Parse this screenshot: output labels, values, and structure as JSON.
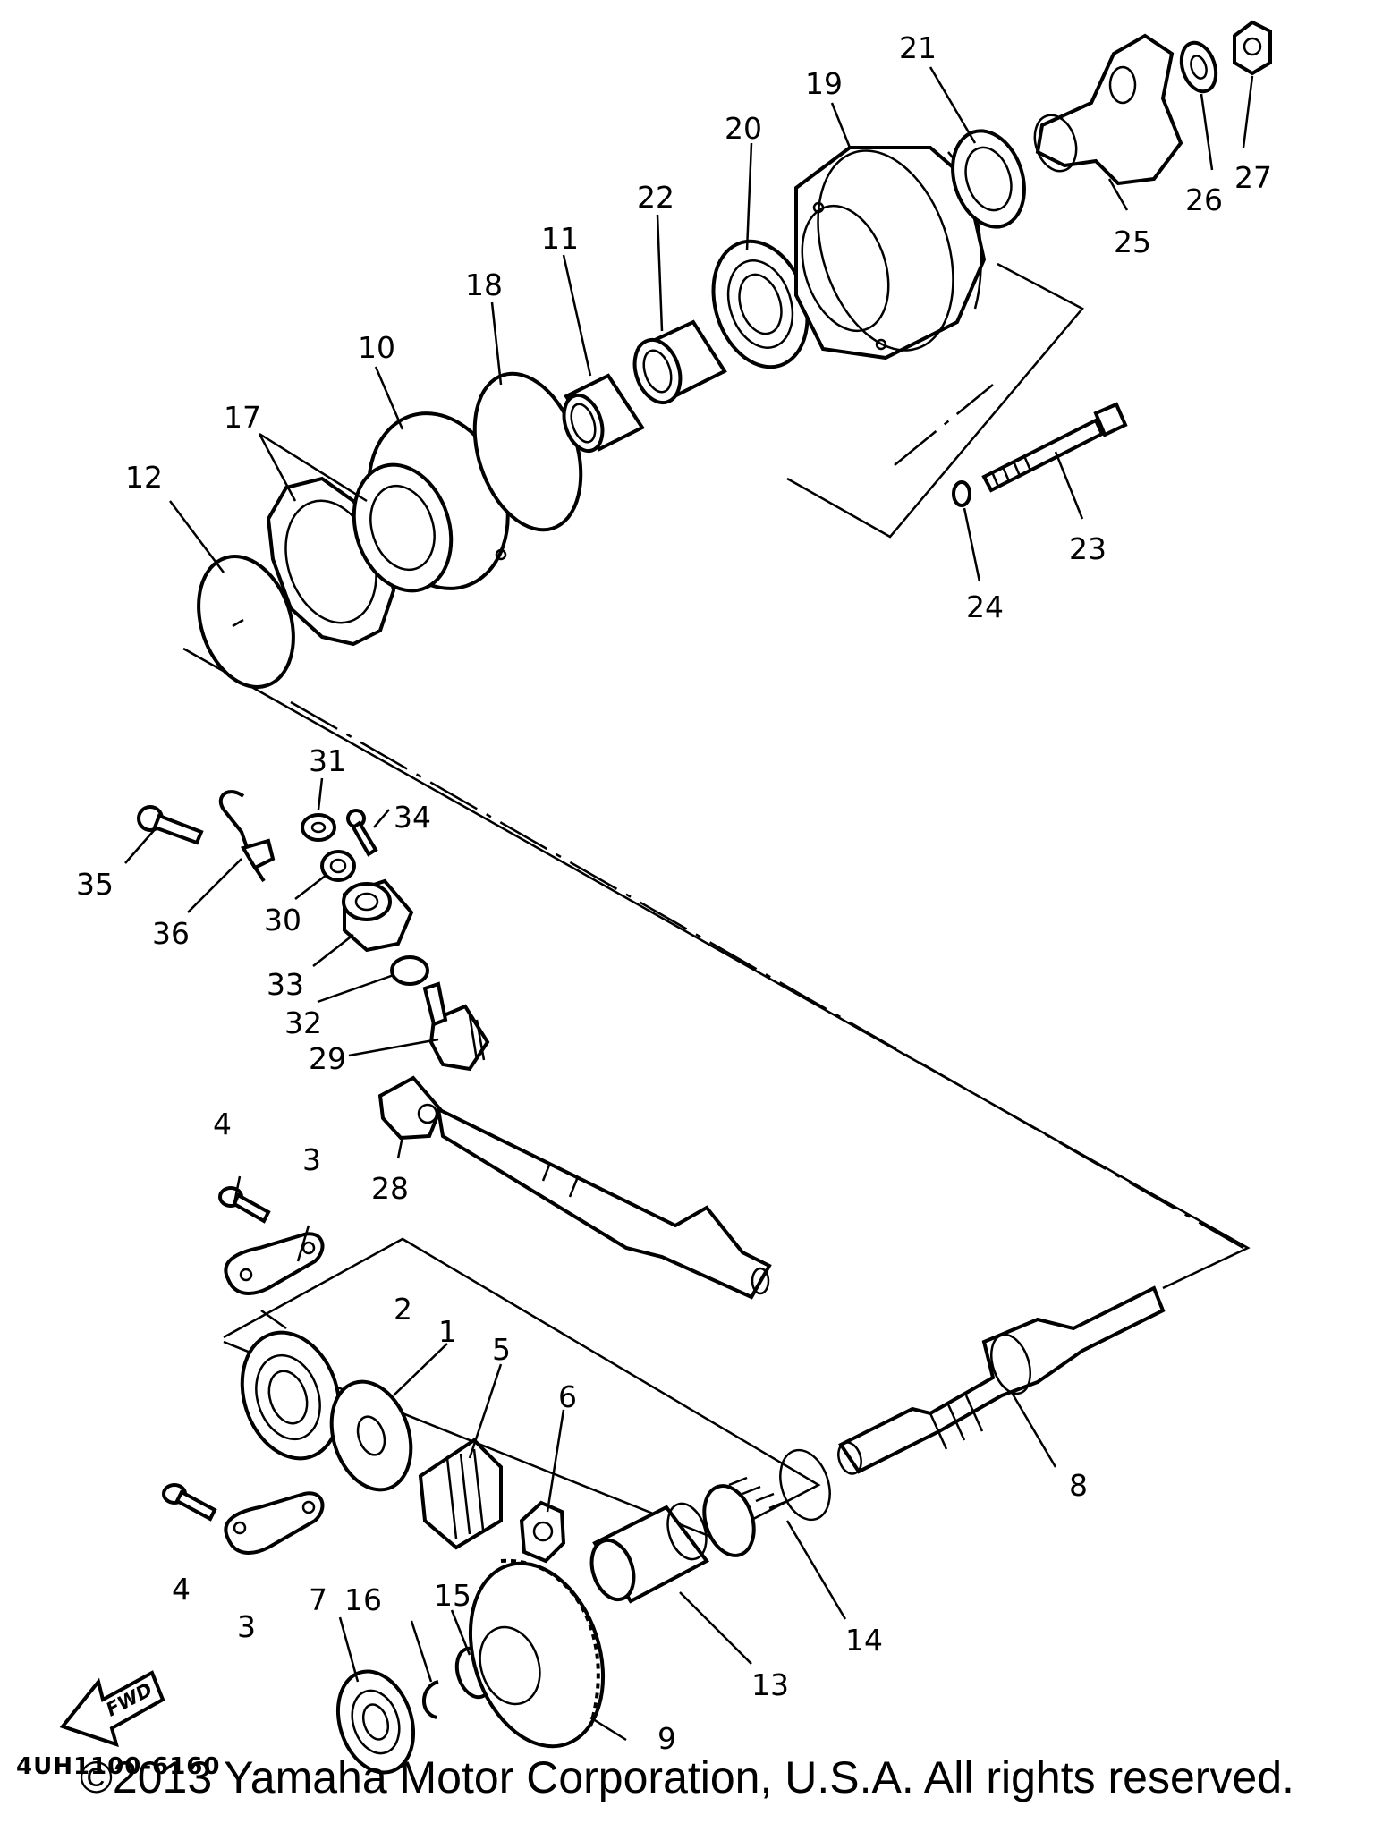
{
  "diagram": {
    "part_code": "4UH1100-6160",
    "fwd_label": "FWD",
    "callouts": [
      {
        "id": "1",
        "label": "1"
      },
      {
        "id": "2",
        "label": "2"
      },
      {
        "id": "3a",
        "label": "3"
      },
      {
        "id": "3b",
        "label": "3"
      },
      {
        "id": "4a",
        "label": "4"
      },
      {
        "id": "4b",
        "label": "4"
      },
      {
        "id": "5",
        "label": "5"
      },
      {
        "id": "6",
        "label": "6"
      },
      {
        "id": "7",
        "label": "7"
      },
      {
        "id": "8",
        "label": "8"
      },
      {
        "id": "9",
        "label": "9"
      },
      {
        "id": "10",
        "label": "10"
      },
      {
        "id": "11",
        "label": "11"
      },
      {
        "id": "12",
        "label": "12"
      },
      {
        "id": "13",
        "label": "13"
      },
      {
        "id": "14",
        "label": "14"
      },
      {
        "id": "15",
        "label": "15"
      },
      {
        "id": "16",
        "label": "16"
      },
      {
        "id": "17",
        "label": "17"
      },
      {
        "id": "18",
        "label": "18"
      },
      {
        "id": "19",
        "label": "19"
      },
      {
        "id": "20",
        "label": "20"
      },
      {
        "id": "21",
        "label": "21"
      },
      {
        "id": "22",
        "label": "22"
      },
      {
        "id": "23",
        "label": "23"
      },
      {
        "id": "24",
        "label": "24"
      },
      {
        "id": "25",
        "label": "25"
      },
      {
        "id": "26",
        "label": "26"
      },
      {
        "id": "27",
        "label": "27"
      },
      {
        "id": "28",
        "label": "28"
      },
      {
        "id": "29",
        "label": "29"
      },
      {
        "id": "30",
        "label": "30"
      },
      {
        "id": "31",
        "label": "31"
      },
      {
        "id": "32",
        "label": "32"
      },
      {
        "id": "33",
        "label": "33"
      },
      {
        "id": "34",
        "label": "34"
      },
      {
        "id": "35",
        "label": "35"
      },
      {
        "id": "36",
        "label": "36"
      }
    ]
  },
  "footer": {
    "copyright": "©2013 Yamaha Motor Corporation, U.S.A. All rights reserved."
  }
}
